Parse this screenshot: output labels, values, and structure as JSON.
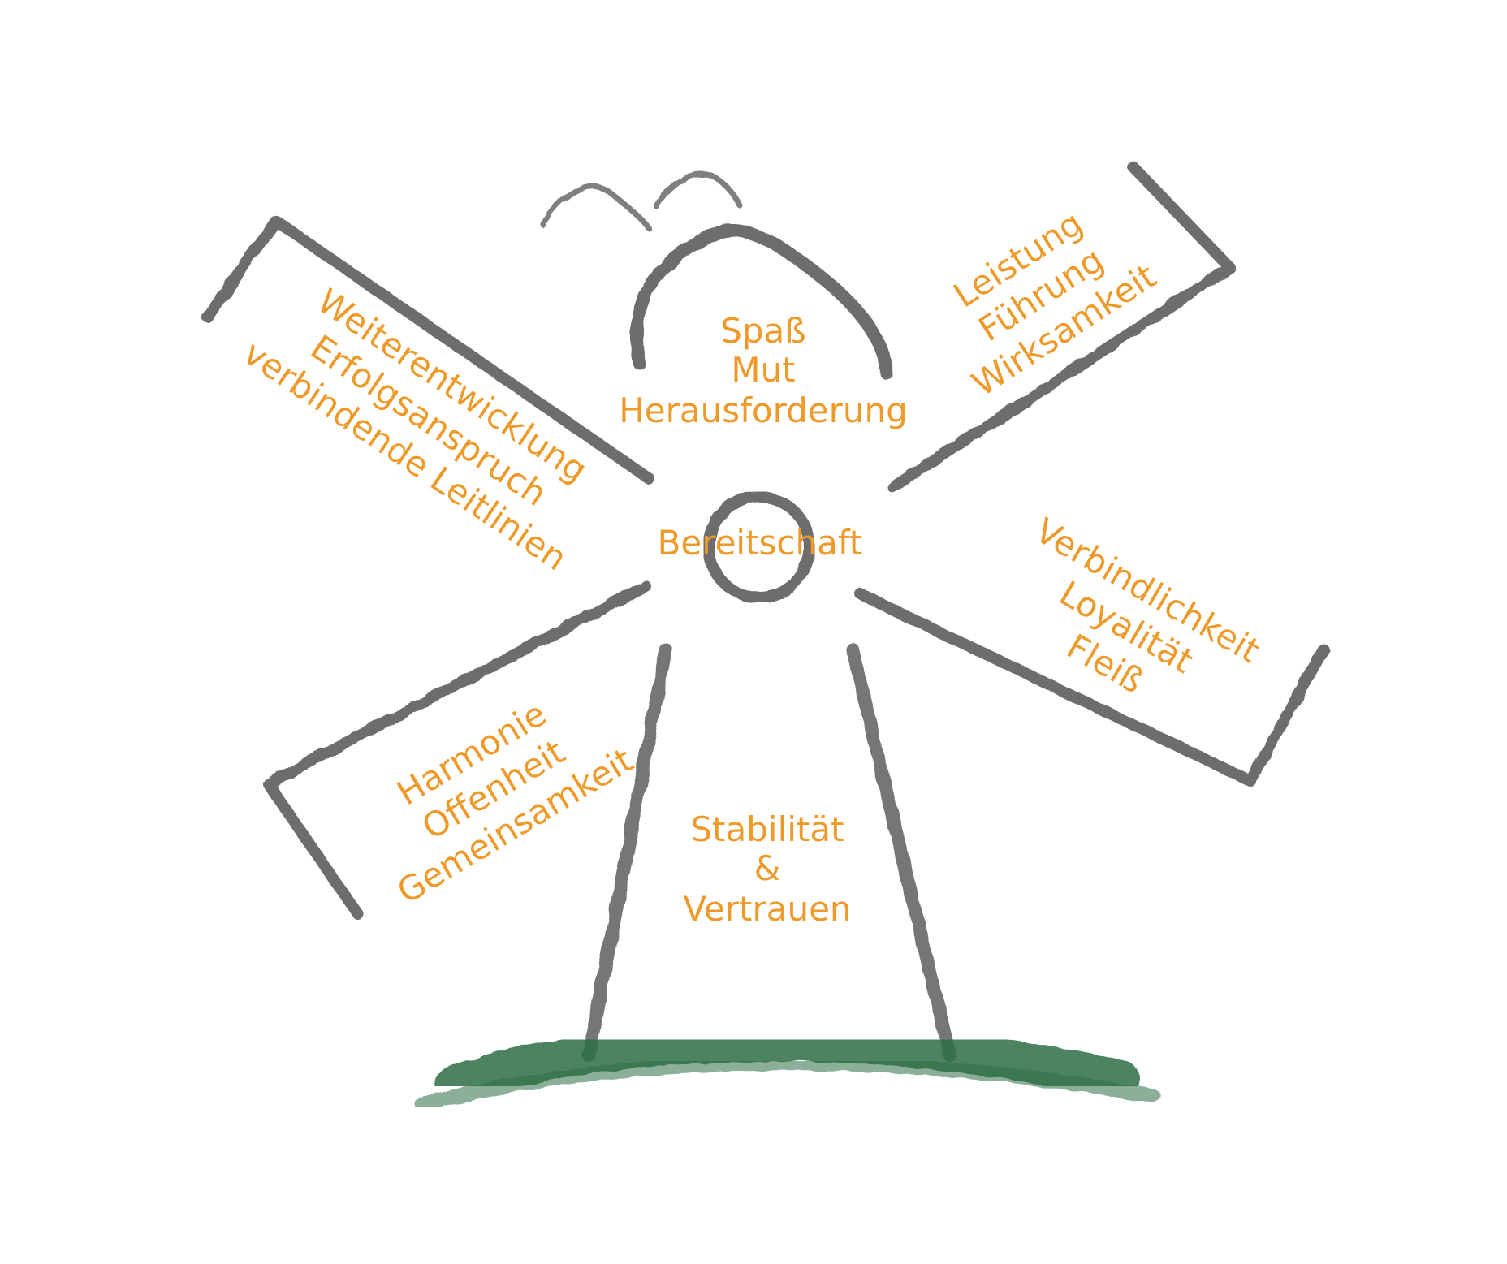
{
  "colors": {
    "text": "#ee9a2a",
    "sketch": "#4a4a4a",
    "ground": "#2e6e45",
    "background": "#ffffff"
  },
  "hub": {
    "label": "Bereitschaft"
  },
  "roof": {
    "lines": [
      "Spaß",
      "Mut",
      "Herausforderung"
    ]
  },
  "tower": {
    "lines": [
      "Stabilität",
      "&",
      "Vertrauen"
    ]
  },
  "blade_upper_left": {
    "lines": [
      "Weiterentwicklung",
      "Erfolgsanspruch",
      "verbindende Leitlinien"
    ]
  },
  "blade_upper_right": {
    "lines": [
      "Leistung",
      "Führung",
      "Wirksamkeit"
    ]
  },
  "blade_lower_right": {
    "lines": [
      "Verbindlichkeit",
      "Loyalität",
      "Fleiß"
    ]
  },
  "blade_lower_left": {
    "lines": [
      "Harmonie",
      "Offenheit",
      "Gemeinsamkeit"
    ]
  }
}
